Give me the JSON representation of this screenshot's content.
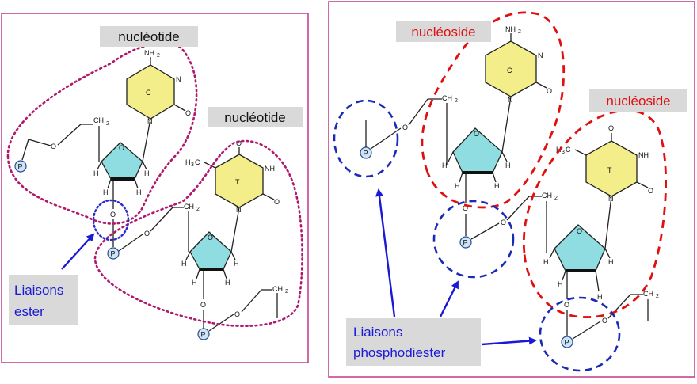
{
  "left_panel": {
    "label_nucleotide_1": "nucléotide",
    "label_nucleotide_2": "nucléotide",
    "label_ester": "Liaisons\nester",
    "label_ester_l1": "Liaisons",
    "label_ester_l2": "ester"
  },
  "right_panel": {
    "label_nucleoside_1": "nucléoside",
    "label_nucleoside_2": "nucléoside",
    "label_phosphodiester_l1": "Liaisons",
    "label_phosphodiester_l2": "phosphodiester"
  },
  "atoms": {
    "phosphate": "P",
    "oxygen": "O",
    "hydrogen": "H",
    "ch2": "CH",
    "ch2_sub": "2",
    "nh2": "NH",
    "nh2_sub": "2",
    "nitrogen": "N",
    "nh": "NH",
    "h3c": "H",
    "h3c_sub": "3",
    "h3c_c": "C",
    "base_c": "C",
    "base_t": "T"
  },
  "colors": {
    "panel_border": "#c0398a",
    "dotted_magenta": "#b0186e",
    "dotted_blue": "#2a2ad0",
    "dashed_red": "#e01010",
    "dashed_blue": "#1a2ab8",
    "arrow_blue": "#1a1ad6",
    "sugar_fill": "#8fdde0",
    "base_fill": "#f3ee8a",
    "label_blue": "#1a1ad6",
    "label_red": "#e01010"
  }
}
